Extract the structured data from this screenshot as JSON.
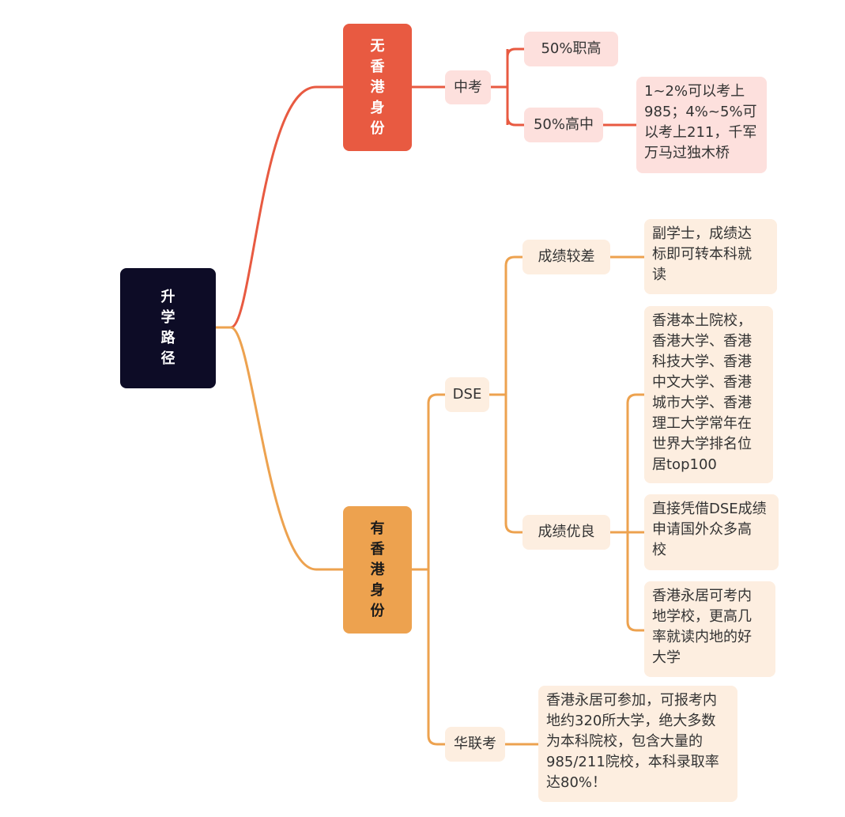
{
  "root": {
    "label": [
      "升",
      "学",
      "路",
      "径"
    ]
  },
  "branch_no_hk": {
    "label": [
      "无",
      "香",
      "港",
      "身",
      "份"
    ],
    "color": "#e85a41",
    "child": "中考",
    "options": [
      "50%职高",
      "50%高中"
    ],
    "detail": [
      "1~2%可以考上",
      "985；4%~5%可",
      "以考上211，千军",
      "万马过独木桥"
    ]
  },
  "branch_hk": {
    "label": [
      "有",
      "香",
      "港",
      "身",
      "份"
    ],
    "color": "#eda24f",
    "dse": {
      "label": "DSE",
      "poor": {
        "label": "成绩较差",
        "detail": [
          "副学士，成绩达",
          "标即可转本科就",
          "读"
        ]
      },
      "good": {
        "label": "成绩优良",
        "details": [
          [
            "香港本土院校，",
            "香港大学、香港",
            "科技大学、香港",
            "中文大学、香港",
            "城市大学、香港",
            "理工大学常年在",
            "世界大学排名位",
            "居top100"
          ],
          [
            "直接凭借DSE成绩",
            "申请国外众多高",
            "校"
          ],
          [
            "香港永居可考内",
            "地学校，更高几",
            "率就读内地的好",
            "大学"
          ]
        ]
      }
    },
    "joint_exam": {
      "label": "华联考",
      "detail": [
        "香港永居可参加，可报考内",
        "地约320所大学，绝大多数",
        "为本科院校，包含大量的",
        "985/211院校，本科录取率",
        "达80%！"
      ]
    }
  }
}
